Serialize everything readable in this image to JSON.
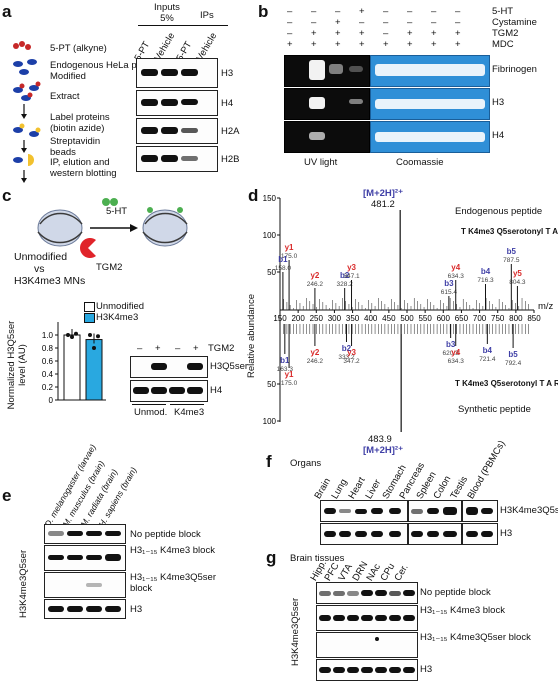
{
  "panels": {
    "a": "a",
    "b": "b",
    "c": "c",
    "d": "d",
    "e": "e",
    "f": "f",
    "g": "g"
  },
  "panel_a": {
    "steps": [
      "5-PT (alkyne)",
      "Endogenous HeLa proteins",
      "Modified",
      "Extract",
      "Label proteins (biotin azide)",
      "Streptavidin beads",
      "IP, elution and western blotting"
    ],
    "header_inputs": "Inputs 5%",
    "header_ips": "IPs",
    "lanes": [
      "5-PT",
      "Vehicle",
      "5-PT",
      "Vehicle"
    ],
    "rows": [
      "H3",
      "H4",
      "H2A",
      "H2B"
    ]
  },
  "panel_b": {
    "conditions": [
      "5-HT",
      "Cystamine",
      "TGM2",
      "MDC"
    ],
    "signs": [
      [
        "–",
        "–",
        "–",
        "+",
        "–",
        "–",
        "–",
        "–"
      ],
      [
        "–",
        "–",
        "+",
        "–",
        "–",
        "–",
        "–",
        "–"
      ],
      [
        "–",
        "+",
        "+",
        "+",
        "–",
        "+",
        "+",
        "+"
      ],
      [
        "+",
        "+",
        "+",
        "+",
        "+",
        "+",
        "+",
        "+"
      ]
    ],
    "rows": [
      "Fibrinogen",
      "H3",
      "H4"
    ],
    "left_label": "UV light",
    "right_label": "Coomassie"
  },
  "panel_c": {
    "scheme_left": "Unmodified",
    "scheme_vs": "vs",
    "scheme_left2": "H3K4me3 MNs",
    "scheme_arrow": "5-HT",
    "scheme_enzyme": "TGM2",
    "ylabel": "Normalized H3Q5ser level (AU)",
    "yticks": [
      "0",
      "0.2",
      "0.4",
      "0.6",
      "0.8",
      "1.0"
    ],
    "legend": [
      "Unmodified",
      "H3K4me3"
    ],
    "blot_signs": [
      "–",
      "+",
      "–",
      "+"
    ],
    "blot_tgm2": "TGM2",
    "blot_rows": [
      "H3Q5ser",
      "H4"
    ],
    "blot_groups": [
      "Unmod.",
      "K4me3"
    ]
  },
  "chart_data": {
    "type": "bar",
    "categories": [
      "Unmodified",
      "H3K4me3"
    ],
    "values": [
      1.0,
      0.93
    ],
    "points": [
      [
        1.0,
        0.97,
        1.02
      ],
      [
        1.0,
        0.8,
        0.98
      ]
    ],
    "ylim": [
      0,
      1.2
    ],
    "colors": [
      "#ffffff",
      "#29a8e0"
    ]
  },
  "panel_d": {
    "top_peak": "[M+2H]²⁺",
    "top_peak_mz": "481.2",
    "bottom_peak": "483.9",
    "bottom_peak_label": "[M+2H]²⁺",
    "ylabel": "Relative abundance",
    "yticks_top": [
      "150",
      "100",
      "50"
    ],
    "yticks_bottom": [
      "50",
      "100"
    ],
    "xticks": [
      "150",
      "200",
      "250",
      "300",
      "350",
      "400",
      "450",
      "500",
      "550",
      "600",
      "650",
      "700",
      "750",
      "800",
      "850"
    ],
    "xunit": "m/z",
    "endogenous": "Endogenous peptide",
    "synthetic": "Synthetic peptide",
    "peptide": "T K4me3 Q5serotonyl T A R",
    "top_ions": [
      {
        "name": "y1",
        "mz": "175.0"
      },
      {
        "name": "b1",
        "mz": "158.0"
      },
      {
        "name": "y2",
        "mz": "246.2"
      },
      {
        "name": "b2",
        "mz": "328.2"
      },
      {
        "name": "y3",
        "mz": "347.1"
      },
      {
        "name": "b3",
        "mz": "615.4"
      },
      {
        "name": "y4",
        "mz": "634.3"
      },
      {
        "name": "b4",
        "mz": "716.3"
      },
      {
        "name": "b5",
        "mz": "787.5"
      },
      {
        "name": "y5",
        "mz": "804.3"
      }
    ],
    "bottom_ions": [
      {
        "name": "b1",
        "mz": "163.3"
      },
      {
        "name": "y1",
        "mz": "175.0"
      },
      {
        "name": "y2",
        "mz": "246.2"
      },
      {
        "name": "b2",
        "mz": "333.2"
      },
      {
        "name": "y3",
        "mz": "347.2"
      },
      {
        "name": "b3",
        "mz": "620.3"
      },
      {
        "name": "y4",
        "mz": "634.3"
      },
      {
        "name": "b4",
        "mz": "721.4"
      },
      {
        "name": "b5",
        "mz": "792.4"
      }
    ]
  },
  "panel_e": {
    "lanes": [
      "D. melanogaster (larvae)",
      "M. musculus (brain)",
      "M. radiata (brain)",
      "H. sapiens (brain)"
    ],
    "ylabel": "H3K4me3Q5ser",
    "rows": [
      "No peptide block",
      "H3₁₋₁₅ K4me3 block",
      "H3₁₋₁₅ K4me3Q5ser block",
      "H3"
    ]
  },
  "panel_f": {
    "title": "Organs",
    "lanes": [
      "Brain",
      "Lung",
      "Heart",
      "Liver",
      "Stomach",
      "Pancreas",
      "Spleen",
      "Colon",
      "Testis",
      "Blood (PBMCs)"
    ],
    "rows": [
      "H3K4me3Q5ser",
      "H3"
    ]
  },
  "panel_g": {
    "title": "Brain tissues",
    "lanes": [
      "Hipp.",
      "PFC",
      "VTA",
      "DRN",
      "NAc",
      "CPu",
      "Cer."
    ],
    "ylabel": "H3K4me3Q5ser",
    "rows": [
      "No peptide block",
      "H3₁₋₁₅ K4me3 block",
      "H3₁₋₁₅ K4me3Q5ser block",
      "H3"
    ]
  }
}
